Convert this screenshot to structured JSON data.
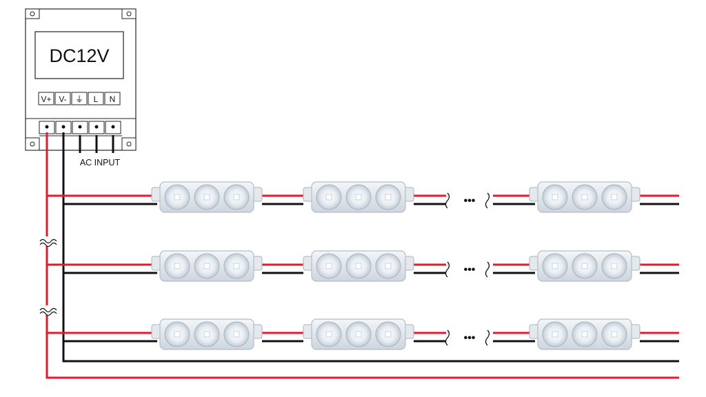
{
  "power_supply": {
    "display": "DC12V",
    "terminals": [
      "V+",
      "V-",
      "⏚",
      "L",
      "N"
    ],
    "input_label": "AC INPUT"
  },
  "module": {
    "leds": 3
  },
  "chain": {
    "continuation_dots": "•••"
  },
  "rows": 3,
  "colors": {
    "positive_wire": "#e8192c",
    "negative_wire": "#111111",
    "module_body": "#dfe5ec"
  }
}
